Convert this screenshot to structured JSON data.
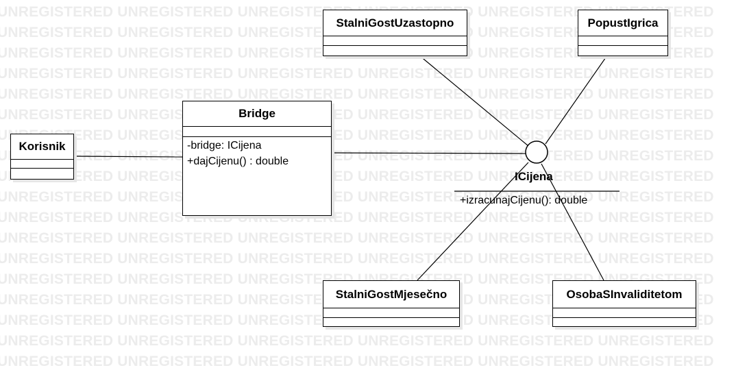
{
  "watermark": {
    "text": "UNREGISTERED UNREGISTERED UNREGISTERED UNREGISTERED UNREGISTERED UNREGISTERED"
  },
  "classes": {
    "korisnik": {
      "name": "Korisnik"
    },
    "bridge": {
      "name": "Bridge",
      "members": [
        "-bridge: ICijena",
        "+dajCijenu() : double"
      ]
    },
    "stalni_gost_uzastopno": {
      "name": "StalniGostUzastopno"
    },
    "popust_igrica": {
      "name": "PopustIgrica"
    },
    "stalni_gost_mjesecno": {
      "name": "StalniGostMjesečno"
    },
    "osoba_s_invaliditetom": {
      "name": "OsobaSInvaliditetom"
    }
  },
  "interface": {
    "name": "ICijena",
    "operation": "+izracunajCijenu(): double"
  }
}
